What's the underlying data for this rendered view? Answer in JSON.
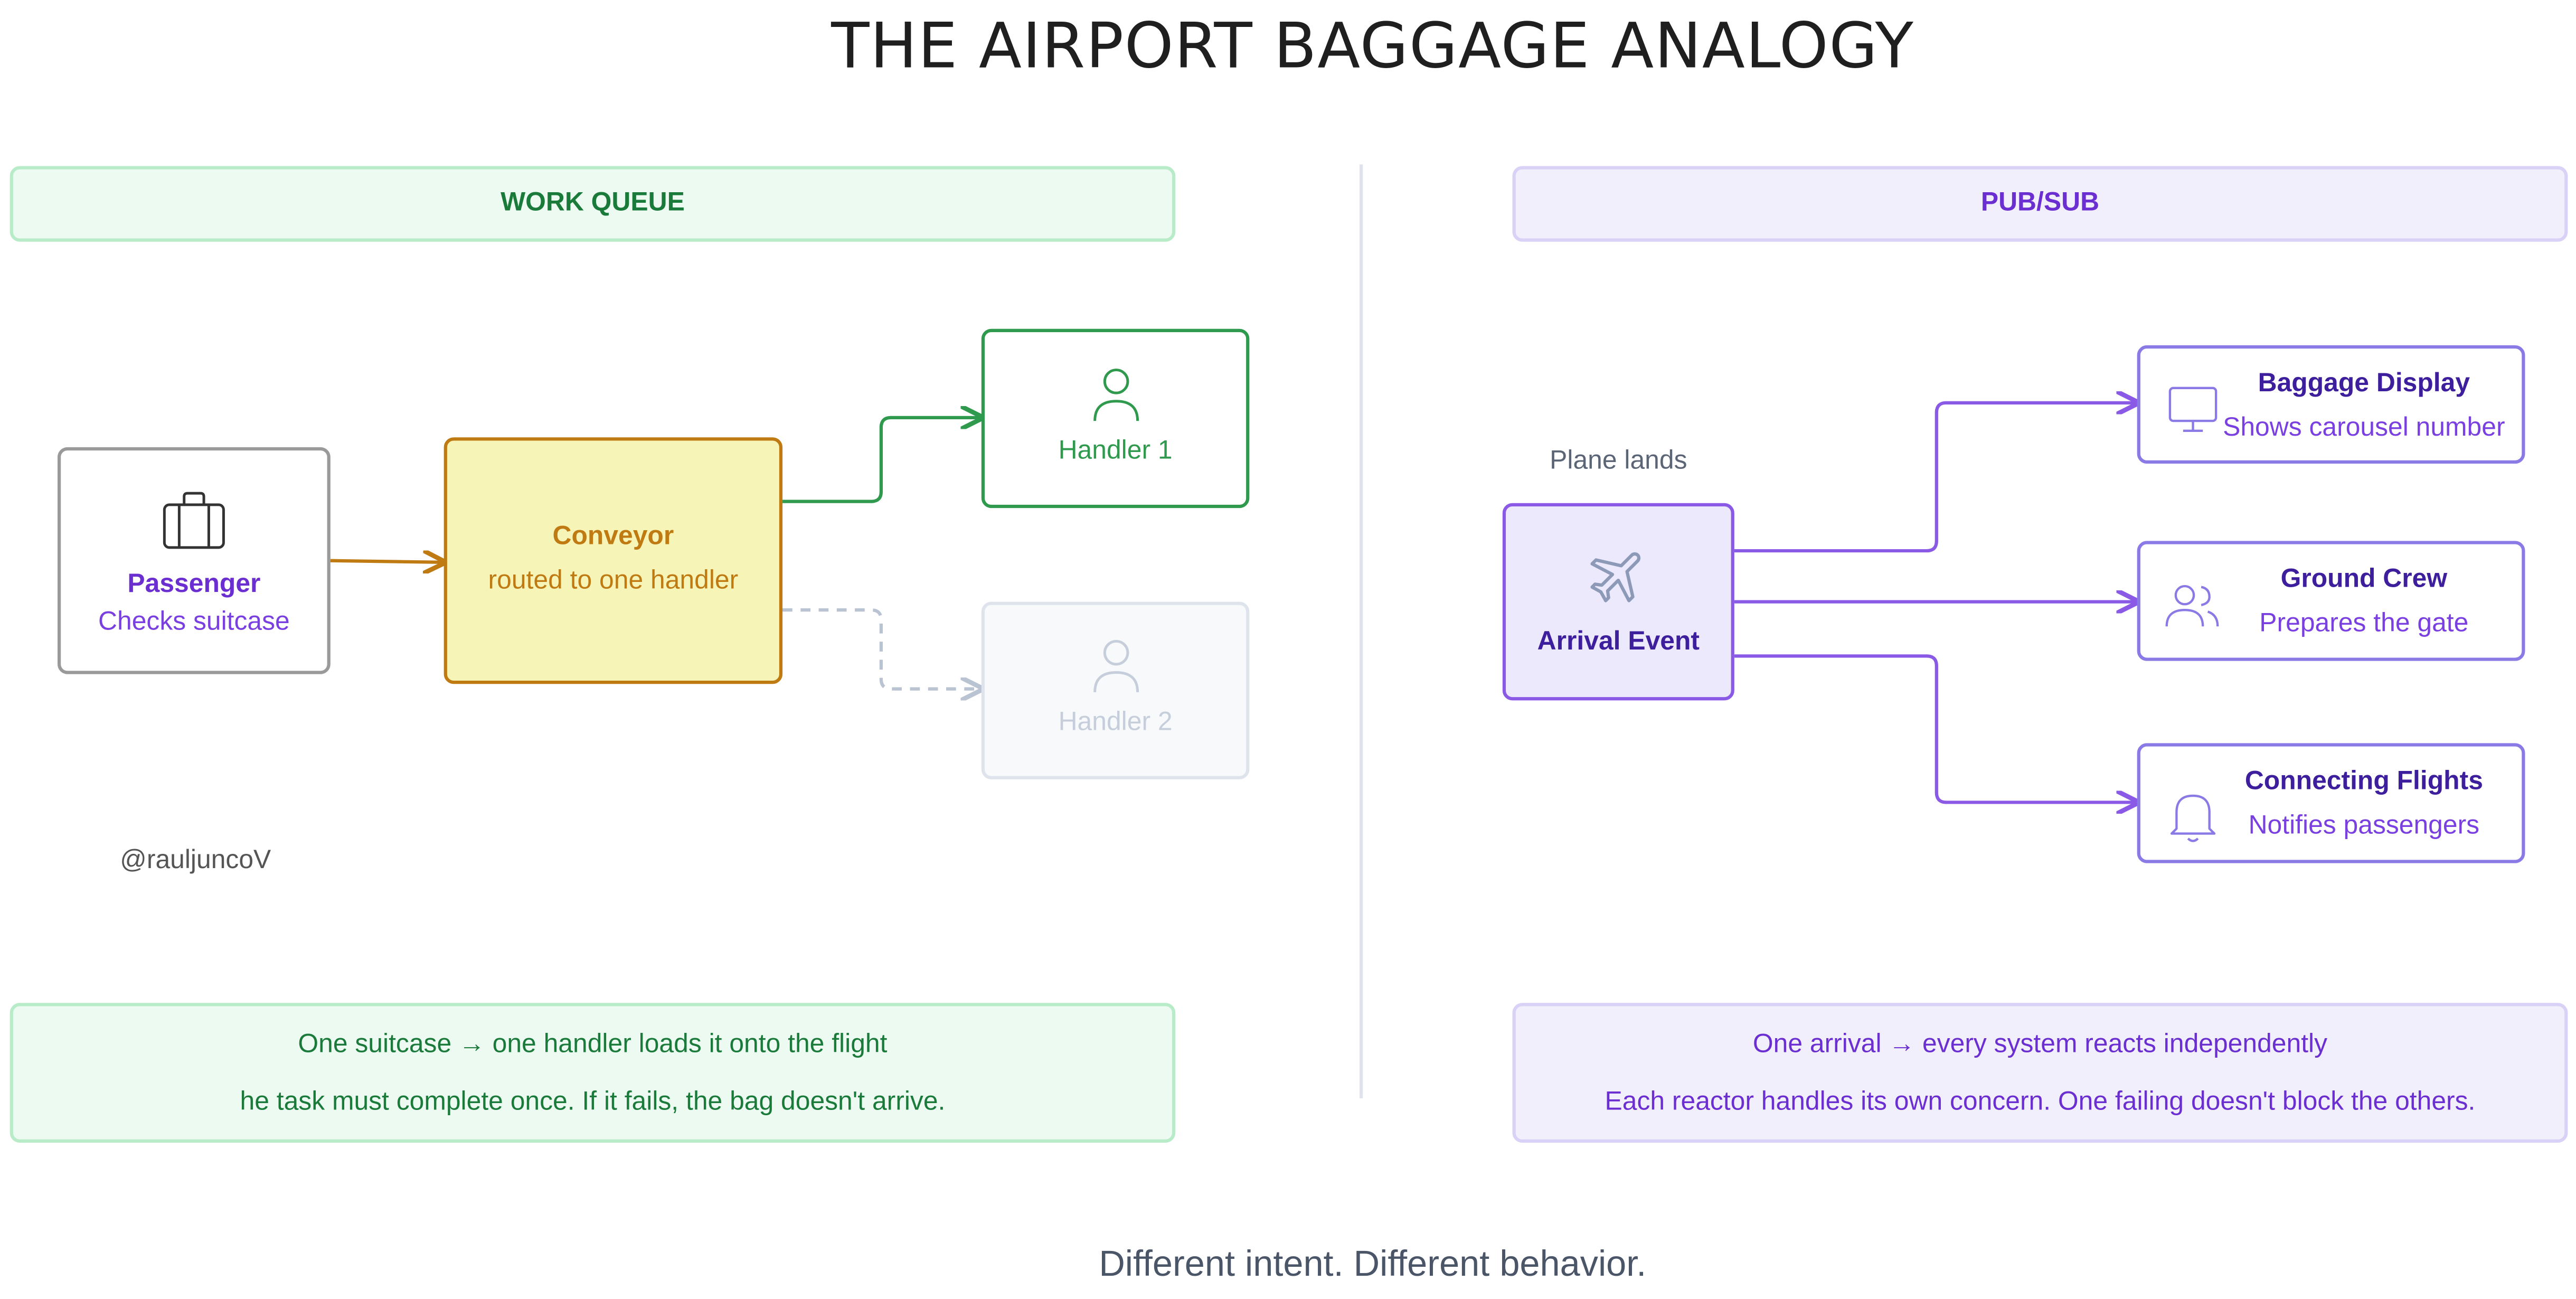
{
  "title": "THE AIRPORT BAGGAGE ANALOGY",
  "work_queue": {
    "banner": "WORK QUEUE",
    "passenger": {
      "title": "Passenger",
      "subtitle": "Checks suitcase",
      "icon": "suitcase-icon"
    },
    "conveyor": {
      "title": "Conveyor",
      "subtitle": "routed to one handler"
    },
    "handler1": {
      "label": "Handler 1",
      "icon": "person-icon"
    },
    "handler2": {
      "label": "Handler 2",
      "icon": "person-icon"
    },
    "footer": {
      "line1": "One suitcase → one handler loads it onto the flight",
      "line2": "he task must complete once. If it fails, the bag doesn't arrive."
    }
  },
  "pub_sub": {
    "banner": "PUB/SUB",
    "event_caption": "Plane lands",
    "event": {
      "title": "Arrival Event",
      "icon": "airplane-icon"
    },
    "subscribers": [
      {
        "title": "Baggage Display",
        "subtitle": "Shows carousel number",
        "icon": "monitor-icon"
      },
      {
        "title": "Ground Crew",
        "subtitle": "Prepares the gate",
        "icon": "users-icon"
      },
      {
        "title": "Connecting Flights",
        "subtitle": "Notifies passengers",
        "icon": "bell-icon"
      }
    ],
    "footer": {
      "line1": "One arrival → every system reacts independently",
      "line2": "Each reactor handles its own concern. One failing doesn't block the others."
    }
  },
  "handle": "@rauljuncoV",
  "tagline": "Different intent. Different behavior.",
  "colors": {
    "green": "#1a7a3a",
    "purple": "#7a3fe0",
    "conveyor": "#c07a12",
    "muted": "#cdd5e1"
  }
}
